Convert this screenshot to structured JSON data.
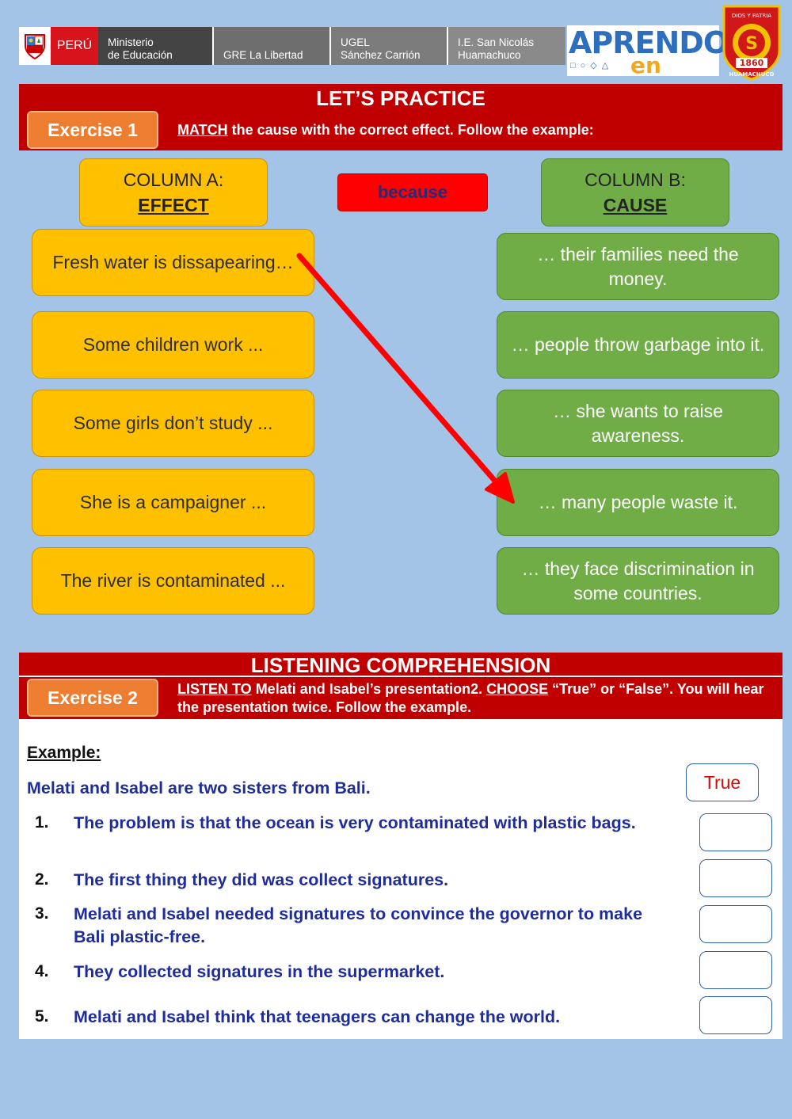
{
  "header": {
    "country": "PERÚ",
    "ministry": [
      "Ministerio",
      "de Educación"
    ],
    "gre": "GRE La Libertad",
    "ugel": [
      "UGEL",
      "Sánchez Carrión"
    ],
    "school": [
      "I.E. San Nicolás",
      "Huamachuco"
    ],
    "logo_line1": "APRENDO",
    "logo_line2": "en casa",
    "seal_top": "DIOS Y PATRIA",
    "seal_year": "1860",
    "seal_bottom": "HUAMACHUCO"
  },
  "practice": {
    "title": "LET’S PRACTICE",
    "exercise_label": "Exercise 1",
    "instruction_verb": "MATCH",
    "instruction_rest": " the cause with the correct effect. Follow the example:",
    "column_a": {
      "line1": "COLUMN A:",
      "line2": "EFFECT"
    },
    "connector": "because",
    "column_b": {
      "line1": "COLUMN B:",
      "line2": "CAUSE"
    },
    "effects": [
      "Fresh water is dissapearing…",
      "Some children work ...",
      "Some girls don’t study ...",
      "She is a campaigner ...",
      "The river is contaminated ..."
    ],
    "causes": [
      "… their families need the money.",
      "… people throw garbage into it.",
      "… she wants to raise awareness.",
      "… many people waste it.",
      "… they face discrimination in some countries."
    ],
    "arrow_color": "#ff0000"
  },
  "listening": {
    "title": "LISTENING COMPREHENSION",
    "exercise_label": "Exercise 2",
    "instr_verb1": "LISTEN TO",
    "instr_mid": " Melati and Isabel’s presentation2. ",
    "instr_verb2": "CHOOSE",
    "instr_end": " “True” or “False”. You will hear the presentation twice. Follow the example.",
    "example_label": "Example:",
    "example_sentence": "Melati and Isabel are two sisters from Bali.",
    "example_answer": "True",
    "questions": [
      {
        "num": "1.",
        "text": "The problem is that the ocean is very contaminated with plastic bags."
      },
      {
        "num": "2.",
        "text": "The first thing they did was collect signatures."
      },
      {
        "num": "3.",
        "text": "Melati and Isabel needed signatures to convince the governor to make Bali plastic-free."
      },
      {
        "num": "4.",
        "text": "They collected signatures in the supermarket."
      },
      {
        "num": "5.",
        "text": "Melati and Isabel think that teenagers can change the world."
      }
    ]
  },
  "colors": {
    "banner_red": "#c00000",
    "exercise_orange": "#ed7d31",
    "effect_yellow": "#ffc000",
    "cause_green": "#70ad47",
    "background": "#a3c4e6"
  }
}
